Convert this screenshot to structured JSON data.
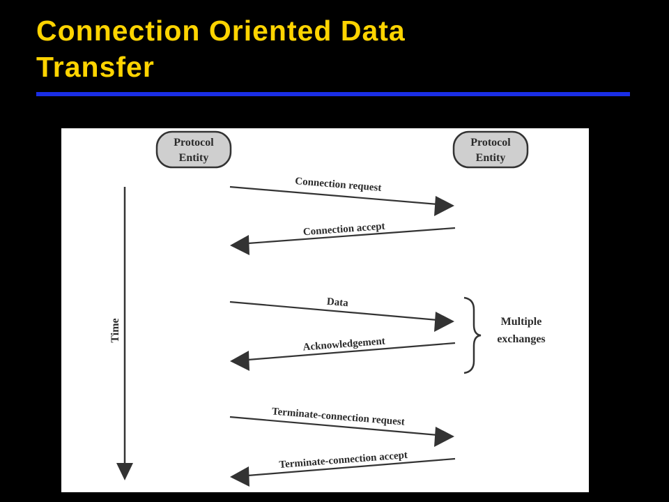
{
  "slide": {
    "title_line1": "Connection Oriented Data",
    "title_line2": "Transfer",
    "title_color": "#FFD400",
    "rule_color": "#1A2EE6",
    "background": "#000000"
  },
  "diagram": {
    "left_entity": {
      "line1": "Protocol",
      "line2": "Entity"
    },
    "right_entity": {
      "line1": "Protocol",
      "line2": "Entity"
    },
    "time_label": "Time",
    "messages": [
      {
        "label": "Connection request",
        "direction": "right"
      },
      {
        "label": "Connection accept",
        "direction": "left"
      },
      {
        "label": "Data",
        "direction": "right"
      },
      {
        "label": "Acknowledgement",
        "direction": "left"
      },
      {
        "label": "Terminate-connection request",
        "direction": "right"
      },
      {
        "label": "Terminate-connection accept",
        "direction": "left"
      }
    ],
    "bracket_label": {
      "line1": "Multiple",
      "line2": "exchanges"
    }
  }
}
